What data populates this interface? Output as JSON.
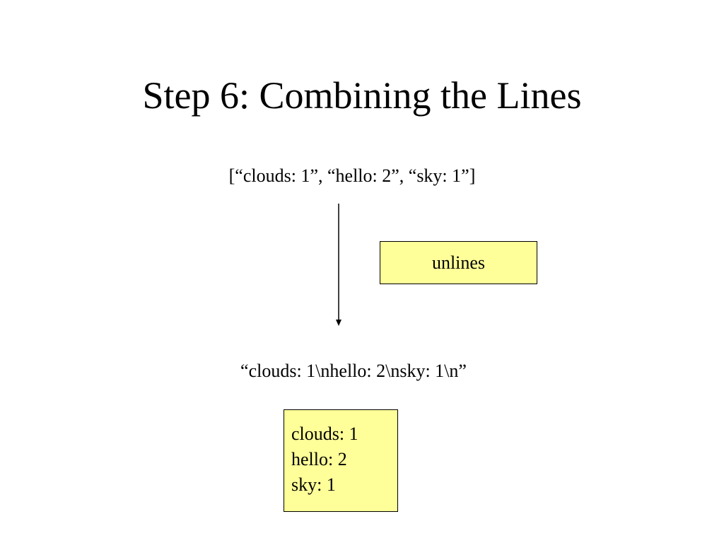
{
  "slide": {
    "title": "Step 6: Combining the Lines",
    "input_list": "[“clouds: 1”, “hello: 2”, “sky: 1”]",
    "function_label": "unlines",
    "output_string": "“clouds: 1\\nhello: 2\\nsky: 1\\n”",
    "result_lines": [
      "clouds: 1",
      "hello: 2",
      "sky: 1"
    ]
  },
  "colors": {
    "box_fill": "#ffff99",
    "border": "#000000",
    "text": "#000000",
    "background": "#ffffff"
  }
}
